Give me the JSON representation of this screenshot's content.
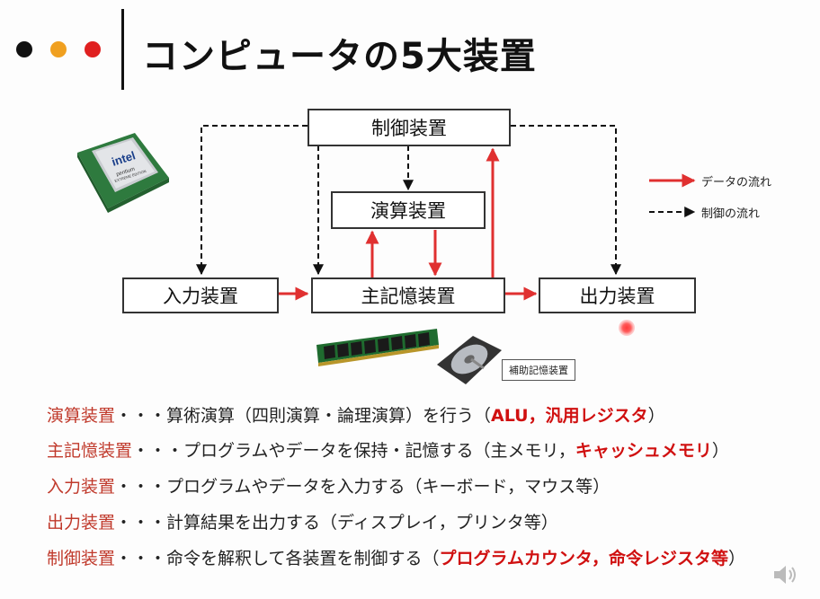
{
  "colors": {
    "dot_black": "#111111",
    "dot_orange": "#f0a020",
    "dot_red": "#e02020",
    "data_flow": "#e03030",
    "control_flow": "#111111",
    "term_red": "#c0392b",
    "highlight_red": "#d01010"
  },
  "title": "コンピュータの5大装置",
  "diagram": {
    "control_unit": "制御装置",
    "arithmetic_unit": "演算装置",
    "input_unit": "入力装置",
    "main_memory": "主記憶装置",
    "output_unit": "出力装置",
    "auxiliary_storage": "補助記憶装置"
  },
  "legend": {
    "data_flow": "データの流れ",
    "control_flow": "制御の流れ"
  },
  "cpu_logo_text": "intel pentium EXTREME EDITION",
  "descriptions": [
    {
      "term": "演算装置",
      "sep": "・・・",
      "text": "算術演算（四則演算・論理演算）を行う（",
      "highlight": "ALU，汎用レジスタ",
      "tail": "）"
    },
    {
      "term": "主記憶装置",
      "sep": "・・・",
      "text": "プログラムやデータを保持・記憶する（主メモリ，",
      "highlight": "キャッシュメモリ",
      "tail": "）"
    },
    {
      "term": "入力装置",
      "sep": "・・・",
      "text": "プログラムやデータを入力する（キーボード，マウス等）",
      "highlight": "",
      "tail": ""
    },
    {
      "term": "出力装置",
      "sep": "・・・",
      "text": "計算結果を出力する（ディスプレイ，プリンタ等）",
      "highlight": "",
      "tail": ""
    },
    {
      "term": "制御装置",
      "sep": "・・・",
      "text": "命令を解釈して各装置を制御する（",
      "highlight": "プログラムカウンタ，命令レジスタ等",
      "tail": "）"
    }
  ],
  "icons": {
    "speaker": "speaker-icon",
    "cpu": "cpu-chip-icon",
    "ram": "ram-module-icon",
    "hdd": "hard-disk-icon",
    "pointer": "laser-pointer-icon"
  }
}
